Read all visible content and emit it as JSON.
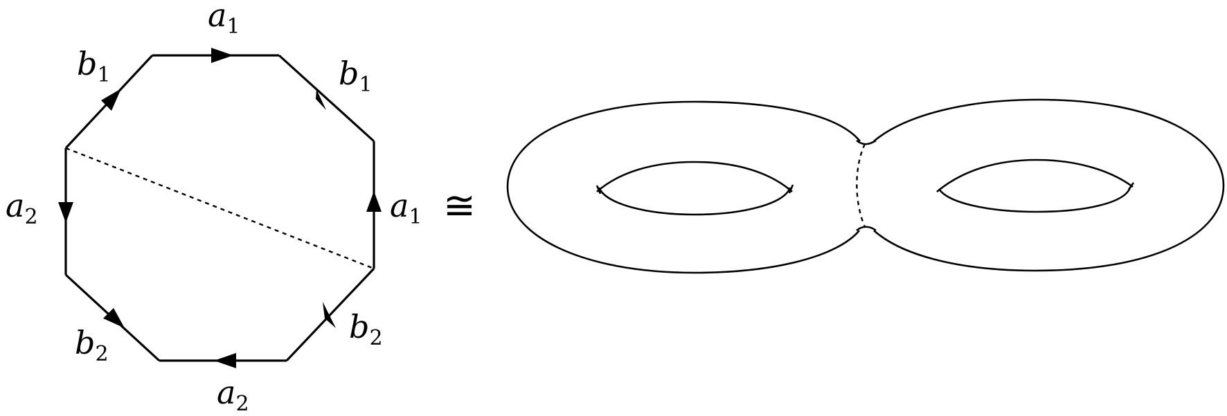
{
  "polygon": {
    "edges": [
      {
        "name": "a",
        "index": "1"
      },
      {
        "name": "b",
        "index": "1"
      },
      {
        "name": "a",
        "index": "1"
      },
      {
        "name": "b",
        "index": "2"
      },
      {
        "name": "a",
        "index": "2"
      },
      {
        "name": "b",
        "index": "2"
      },
      {
        "name": "a",
        "index": "2"
      },
      {
        "name": "b",
        "index": "1"
      }
    ]
  },
  "relation": {
    "symbol": "≅"
  },
  "surface": {
    "style": "outline"
  }
}
